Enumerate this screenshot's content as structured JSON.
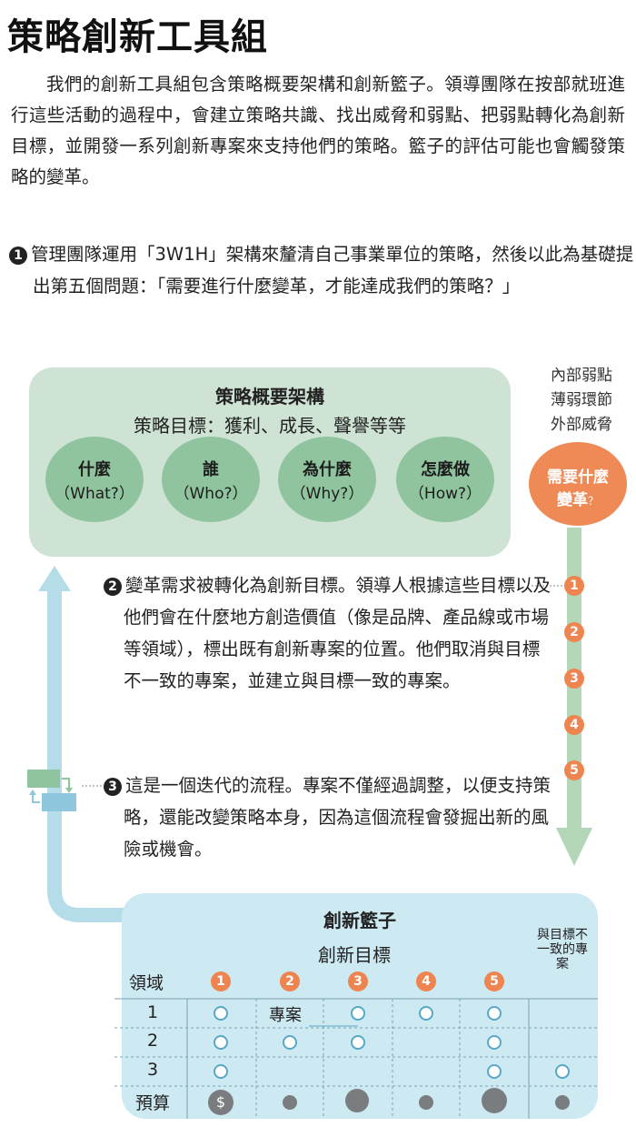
{
  "title": "策略創新工具組",
  "intro": "我們的創新工具組包含策略概要架構和創新籃子。領導團隊在按部就班進行這些活動的過程中，會建立策略共識、找出威脅和弱點、把弱點轉化為創新目標，並開發一系列創新專案來支持他們的策略。籃子的評估可能也會觸發策略的變革。",
  "steps": [
    {
      "num": "1",
      "text": "管理團隊運用「3W1H」架構來釐清自己事業單位的策略，然後以此為基礎提出第五個問題：「需要進行什麼變革，才能達成我們的策略？」"
    },
    {
      "num": "2",
      "text": "變革需求被轉化為創新目標。領導人根據這些目標以及他們會在什麼地方創造價值（像是品牌、產品線或市場等領域），標出既有創新專案的位置。他們取消與目標不一致的專案，並建立與目標一致的專案。"
    },
    {
      "num": "3",
      "text": "這是一個迭代的流程。專案不僅經過調整，以便支持策略，還能改變策略本身，因為這個流程會發掘出新的風險或機會。"
    }
  ],
  "framework": {
    "title": "策略概要架構",
    "goal": "策略目標：獲利、成長、聲譽等等",
    "questions": [
      {
        "zh": "什麼",
        "en": "（What?）"
      },
      {
        "zh": "誰",
        "en": "（Who?）"
      },
      {
        "zh": "為什麼",
        "en": "（Why?）"
      },
      {
        "zh": "怎麼做",
        "en": "（How?）"
      }
    ]
  },
  "threats": [
    "內部弱點",
    "薄弱環節",
    "外部威脅"
  ],
  "change": {
    "line1": "需要什麼",
    "line2": "變革",
    "mark": "？"
  },
  "goal_numbers": [
    "1",
    "2",
    "3",
    "4",
    "5"
  ],
  "basket": {
    "title": "創新籃子",
    "goals_label": "創新目標",
    "mismatch_label": "與目標不一致的專案",
    "domain_label": "領域",
    "rows": [
      "1",
      "2",
      "3"
    ],
    "budget_label": "預算",
    "project_label": "專案",
    "dollar": "$"
  },
  "colors": {
    "framework_bg": "#cfe3d5",
    "question_circle": "#8fc49e",
    "change_circle": "#ef8a57",
    "goal_number": "#ee8450",
    "basket_bg": "#cde9f2",
    "flow_arrow": "#b4dde9",
    "project_outline": "#5aa7c4",
    "budget_dot": "#7a7d80"
  }
}
